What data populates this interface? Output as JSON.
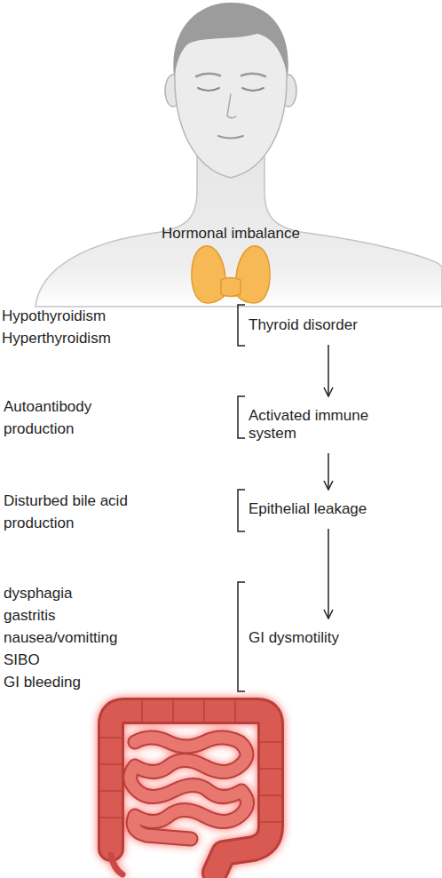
{
  "diagram": {
    "nodes": [
      {
        "text": [
          "Thyroid disorder"
        ]
      },
      {
        "text": [
          "Activated immune system"
        ]
      },
      {
        "text": [
          "Epithelial leakage"
        ]
      },
      {
        "text": [
          "GI dysmotility"
        ]
      }
    ],
    "edges": [
      {
        "from": 0,
        "to": 1,
        "arrow": "to"
      },
      {
        "from": 1,
        "to": 2,
        "arrow": "to"
      },
      {
        "from": 2,
        "to": 3,
        "arrow": "to"
      }
    ],
    "labels": [
      "Hormonal imbalance",
      "Hypothyroidism",
      "Hyperthyroidism",
      "Autoantibody production",
      "Disturbed bile acid production",
      "dysphagia",
      "gastritis",
      "nausea/vomitting",
      "SIBO",
      "GI bleeding"
    ]
  }
}
